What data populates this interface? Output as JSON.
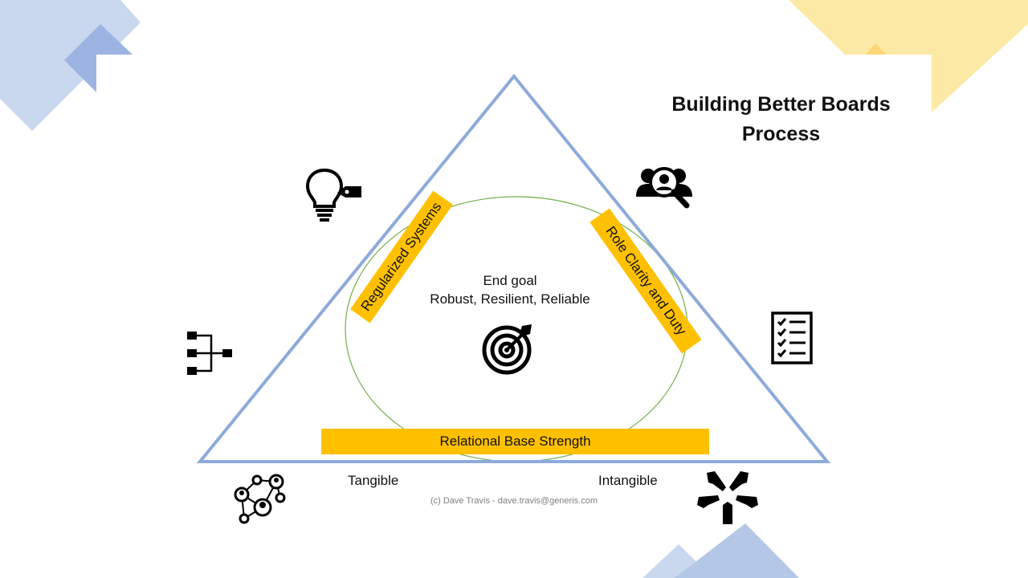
{
  "title": {
    "line1": "Building Better Boards",
    "line2": "Process"
  },
  "center": {
    "line1": "End goal",
    "line2": "Robust, Resilient, Reliable"
  },
  "bands": {
    "left": "Regularized Systems",
    "right": "Role Clarity and Duty",
    "bottom": "Relational Base Strength"
  },
  "corners": {
    "left": "Tangible",
    "right": "Intangible"
  },
  "footer": "(c) Dave Travis - dave.travis@generis.com",
  "icons": [
    "lightbulb-tag-icon",
    "people-search-icon",
    "org-chart-icon",
    "checklist-icon",
    "network-people-icon",
    "hands-together-icon",
    "target-icon"
  ],
  "colors": {
    "triangle": "#8eaadb",
    "ellipse": "#70ad47",
    "band": "#ffc000",
    "deco_blue": "#b4c7e7",
    "deco_yellow": "#ffe699"
  }
}
